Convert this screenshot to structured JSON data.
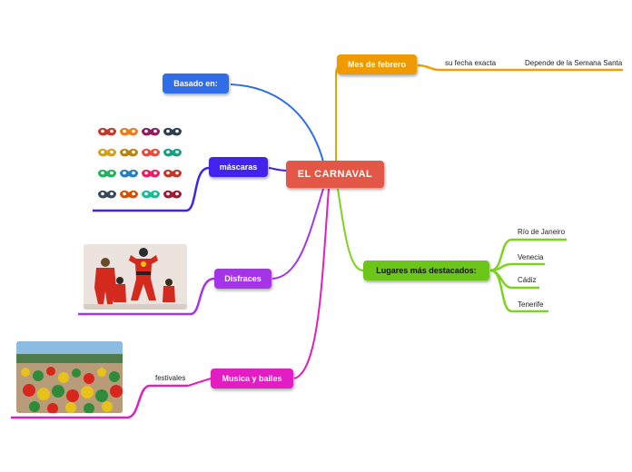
{
  "central": "EL CARNAVAL",
  "branches": {
    "mes": "Mes de febrero",
    "basado": "Basado en:",
    "mascaras": "máscaras",
    "disfraces": "Disfraces",
    "musica": "Musica y bailes",
    "lugares": "Lugares más destacados:"
  },
  "subtopics": {
    "fecha": "su fecha exacta",
    "semana_santa": "Depende de la Semana Santa",
    "festivales": "festivales",
    "lugares": [
      "Río de Janeiro",
      "Venecia",
      "Cádiz",
      "Tenerife"
    ]
  },
  "colors": {
    "central": "#e25745",
    "mes": "#f0a000",
    "basado": "#2f6ee8",
    "mascaras": "#4422ee",
    "disfraces": "#a533e8",
    "musica": "#e21ec2",
    "lugares": "#7ed321"
  },
  "images": {
    "mascaras": "carnival-masks-grid",
    "disfraces": "family-superhero-costumes-photo",
    "musica": "carnival-parade-dancers-photo"
  }
}
